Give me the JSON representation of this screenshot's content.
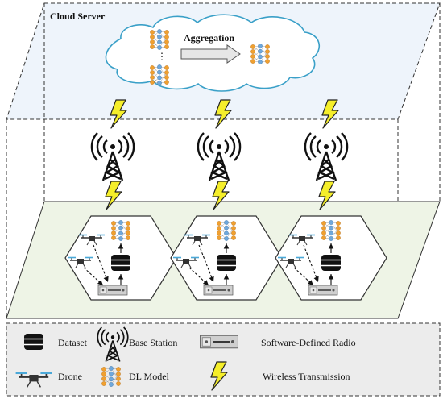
{
  "layers": {
    "top_title": "Cloud Server",
    "aggregation_label": "Aggregation"
  },
  "legend": {
    "dataset": "Dataset",
    "base_station": "Base Station",
    "sdr": "Software-Defined Radio",
    "drone": "Drone",
    "dl_model": "DL Model",
    "wireless": "Wireless Transmission"
  },
  "colors": {
    "cloud_layer_fill": "#eef4fb",
    "edge_layer_fill": "#eef4e6",
    "bolt_fill": "#f5ee2a",
    "cloud_stroke": "#3aa0c8",
    "nn_orange": "#f0a030",
    "nn_blue": "#6fa8dc"
  }
}
